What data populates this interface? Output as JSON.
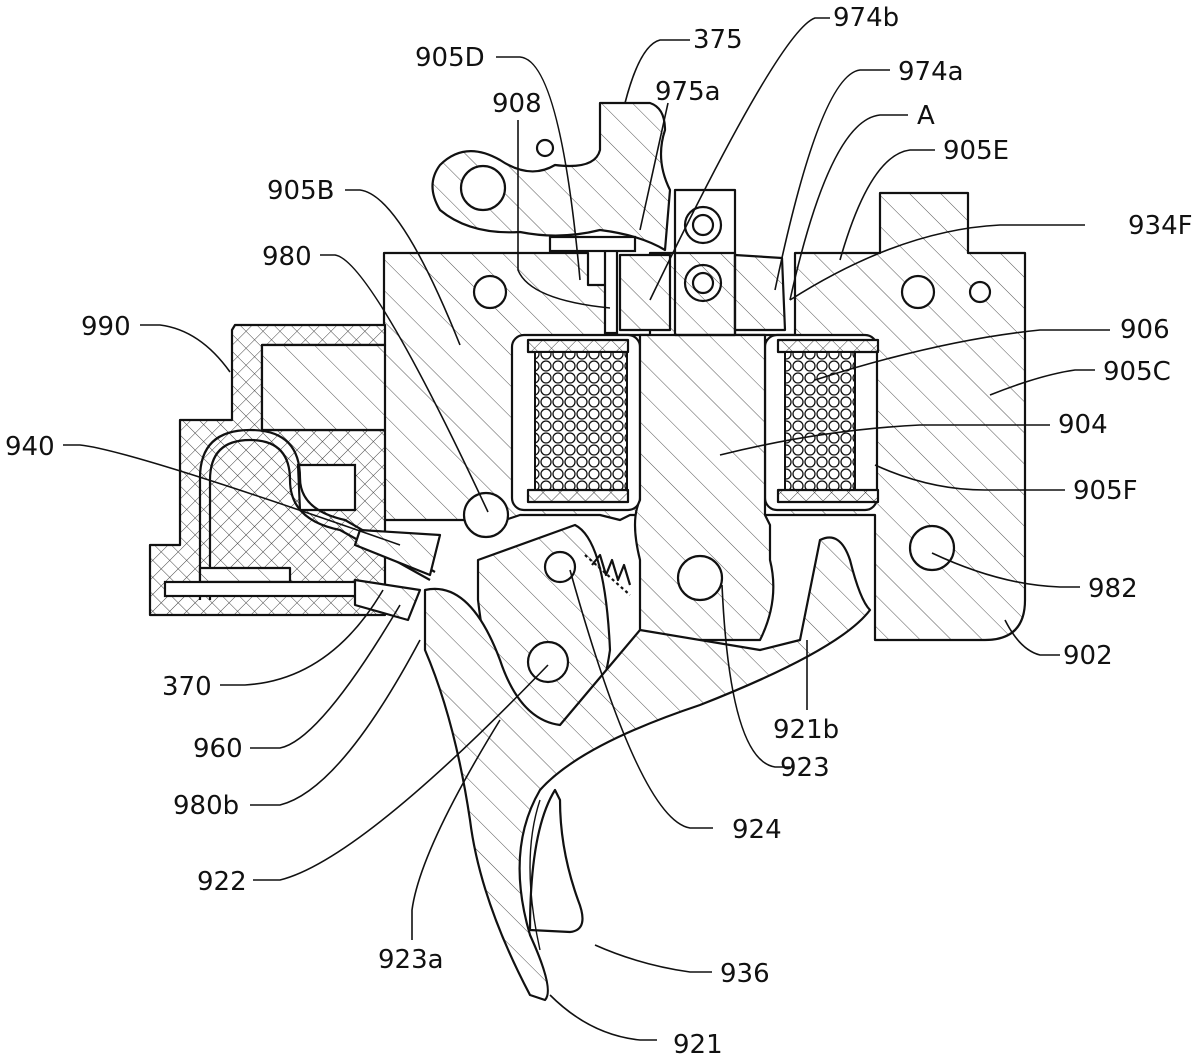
{
  "figure": {
    "title": "Trigger mechanism cross-section",
    "labels": [
      {
        "id": "375",
        "text": "375"
      },
      {
        "id": "974b",
        "text": "974b"
      },
      {
        "id": "905D",
        "text": "905D"
      },
      {
        "id": "975a",
        "text": "975a"
      },
      {
        "id": "974a",
        "text": "974a"
      },
      {
        "id": "908",
        "text": "908"
      },
      {
        "id": "A",
        "text": "A"
      },
      {
        "id": "905E",
        "text": "905E"
      },
      {
        "id": "905B",
        "text": "905B"
      },
      {
        "id": "934F",
        "text": "934F"
      },
      {
        "id": "980",
        "text": "980"
      },
      {
        "id": "990",
        "text": "990"
      },
      {
        "id": "906",
        "text": "906"
      },
      {
        "id": "905C",
        "text": "905C"
      },
      {
        "id": "940",
        "text": "940"
      },
      {
        "id": "904",
        "text": "904"
      },
      {
        "id": "905F",
        "text": "905F"
      },
      {
        "id": "982",
        "text": "982"
      },
      {
        "id": "902",
        "text": "902"
      },
      {
        "id": "370",
        "text": "370"
      },
      {
        "id": "921b",
        "text": "921b"
      },
      {
        "id": "960",
        "text": "960"
      },
      {
        "id": "923",
        "text": "923"
      },
      {
        "id": "980b",
        "text": "980b"
      },
      {
        "id": "924",
        "text": "924"
      },
      {
        "id": "922",
        "text": "922"
      },
      {
        "id": "923a",
        "text": "923a"
      },
      {
        "id": "936",
        "text": "936"
      },
      {
        "id": "921",
        "text": "921"
      }
    ]
  }
}
